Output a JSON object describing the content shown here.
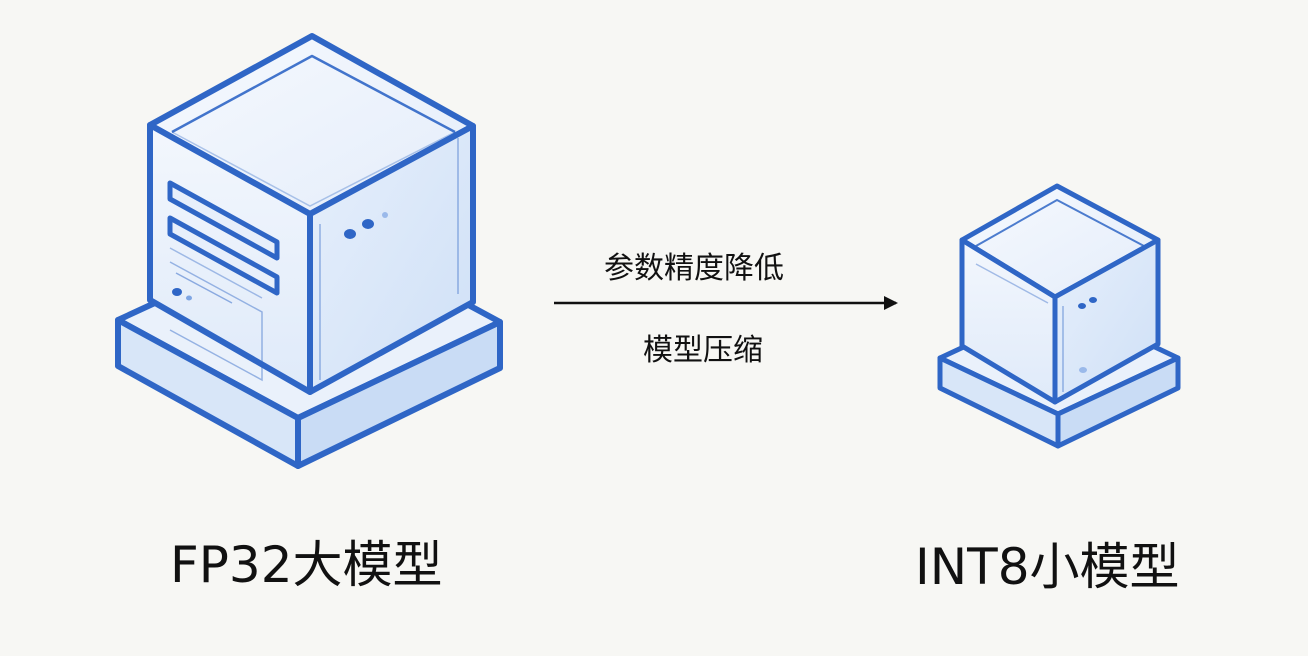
{
  "diagram": {
    "nodes": [
      {
        "id": "large",
        "label": "FP32大模型",
        "icon": "server-cube-icon-large"
      },
      {
        "id": "small",
        "label": "INT8小模型",
        "icon": "server-cube-icon-small"
      }
    ],
    "arrow": {
      "from": "large",
      "to": "small",
      "label_top": "参数精度降低",
      "label_bottom": "模型压缩"
    }
  },
  "colors": {
    "outline": "#2f66c6",
    "face_light": "#eef4fc",
    "face_mid": "#dbe7f8",
    "face_shade": "#cddff6",
    "text": "#111111",
    "background": "#f7f7f4"
  }
}
